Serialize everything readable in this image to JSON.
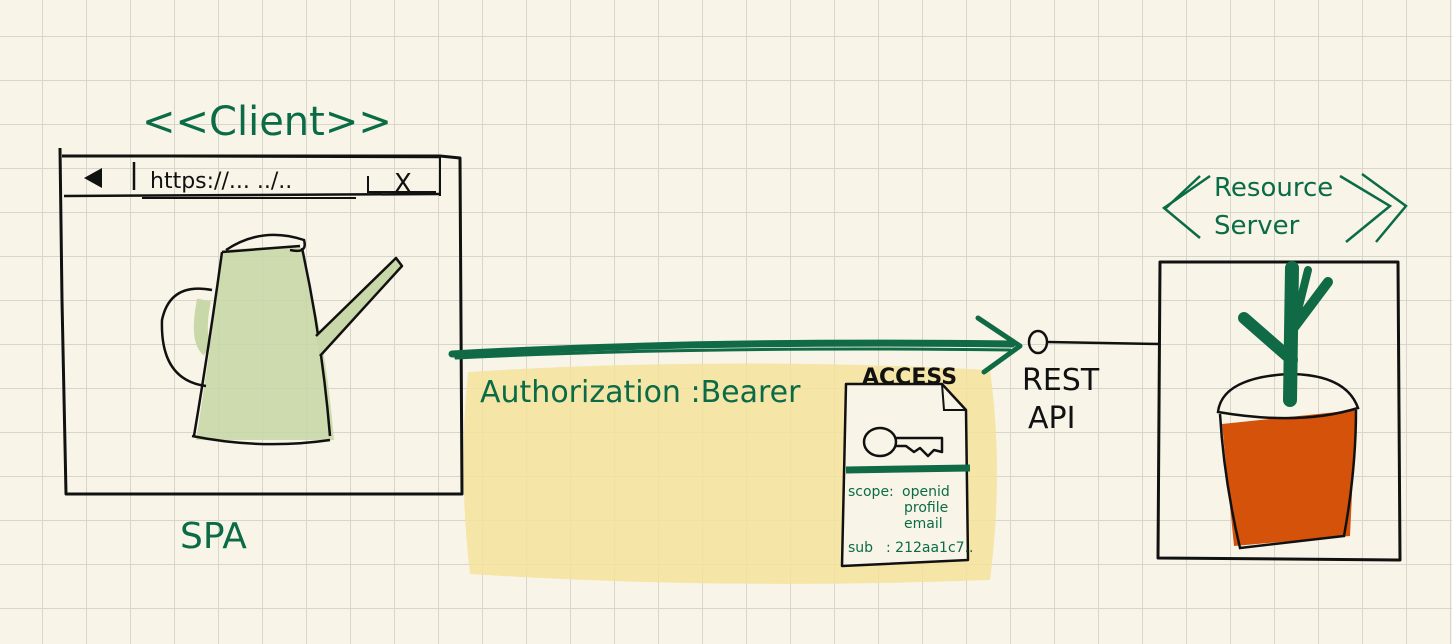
{
  "client": {
    "stereotype": "<<Client>>",
    "url": "https://... ../..",
    "close_glyph": "X",
    "caption": "SPA"
  },
  "request": {
    "header_label": "Authorization :Bearer",
    "token": {
      "title": "ACCESS",
      "scope_label": "scope:",
      "scope_values": [
        "openid",
        "profile",
        "email"
      ],
      "sub_label": "sub",
      "sub_value": ": 212aa1c7.."
    }
  },
  "api": {
    "label_line1": "REST",
    "label_line2": "API"
  },
  "server": {
    "stereotype_line1": "Resource",
    "stereotype_line2": "Server"
  },
  "colors": {
    "ink_green": "#0b6b47",
    "arrow_green": "#0f6a45",
    "highlight": "#f5e29a",
    "can_fill": "#c8d8a8",
    "pot_orange": "#d4520a",
    "ink": "#111111"
  },
  "icons": [
    "watering-can-icon",
    "key-icon",
    "plant-pot-icon",
    "back-arrow-icon"
  ]
}
